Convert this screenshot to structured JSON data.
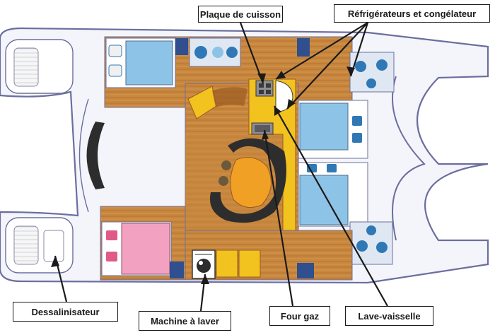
{
  "labels": {
    "cooktop": "Plaque de cuisson",
    "fridge_freezer": "Réfrigérateurs et congélateur",
    "desalinator": "Dessalinisateur",
    "washing_machine": "Machine à laver",
    "gas_oven": "Four gaz",
    "dishwasher": "Lave-vaisselle"
  },
  "colors": {
    "hull_outline": "#6b6e9e",
    "hull_fill": "#f4f5fb",
    "wood_floor": "#c8873e",
    "wood_dark": "#9a5b22",
    "salon_yellow": "#f2c21e",
    "cabin_blue": "#8dc3e6",
    "cabin_pink": "#f2a2c0",
    "seat_blue": "#2f78b5",
    "seat_dark": "#2d2d2d",
    "table_orange": "#f0a024"
  }
}
